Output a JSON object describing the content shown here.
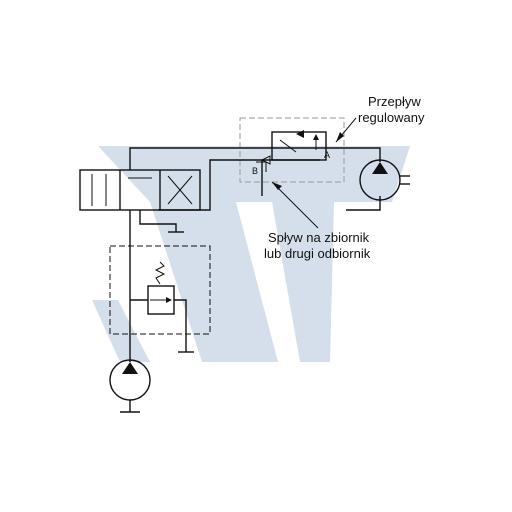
{
  "labels": {
    "controlled_flow": [
      "Przepływ",
      "regulowany"
    ],
    "bypass_flow": [
      "Spływ na zbiornik",
      "lub drugi odbiornik"
    ],
    "port_a": "A",
    "port_b": "B"
  },
  "colors": {
    "line": "#111111",
    "watermark": "#d5dfec",
    "dash_light": "#9a9a9a"
  },
  "icons": {
    "directional_valve": "4-way-3-position-valve",
    "flow_valve": "3-way-flow-control-valve",
    "relief_valve": "pressure-relief-valve",
    "pump": "hydraulic-pump",
    "motor": "hydraulic-motor",
    "tank": "tank-symbol",
    "watermark": "company-logo-watermark"
  }
}
